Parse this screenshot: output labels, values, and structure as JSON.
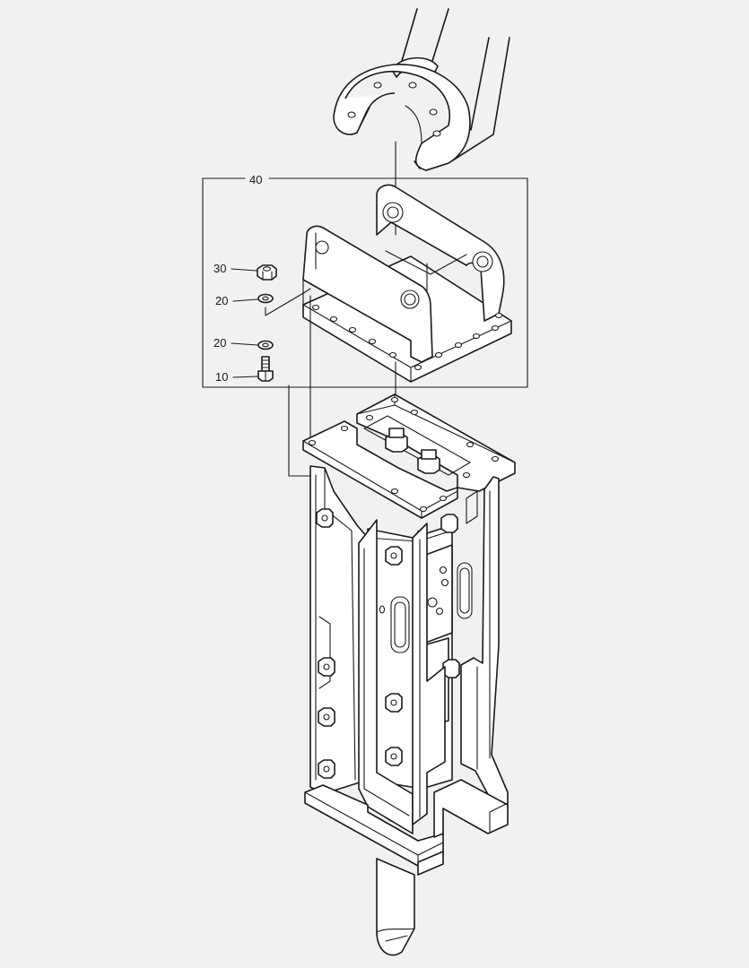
{
  "callouts": {
    "kit": "40",
    "nut": "30",
    "washer_upper": "20",
    "washer_lower": "20",
    "bolt": "10"
  }
}
